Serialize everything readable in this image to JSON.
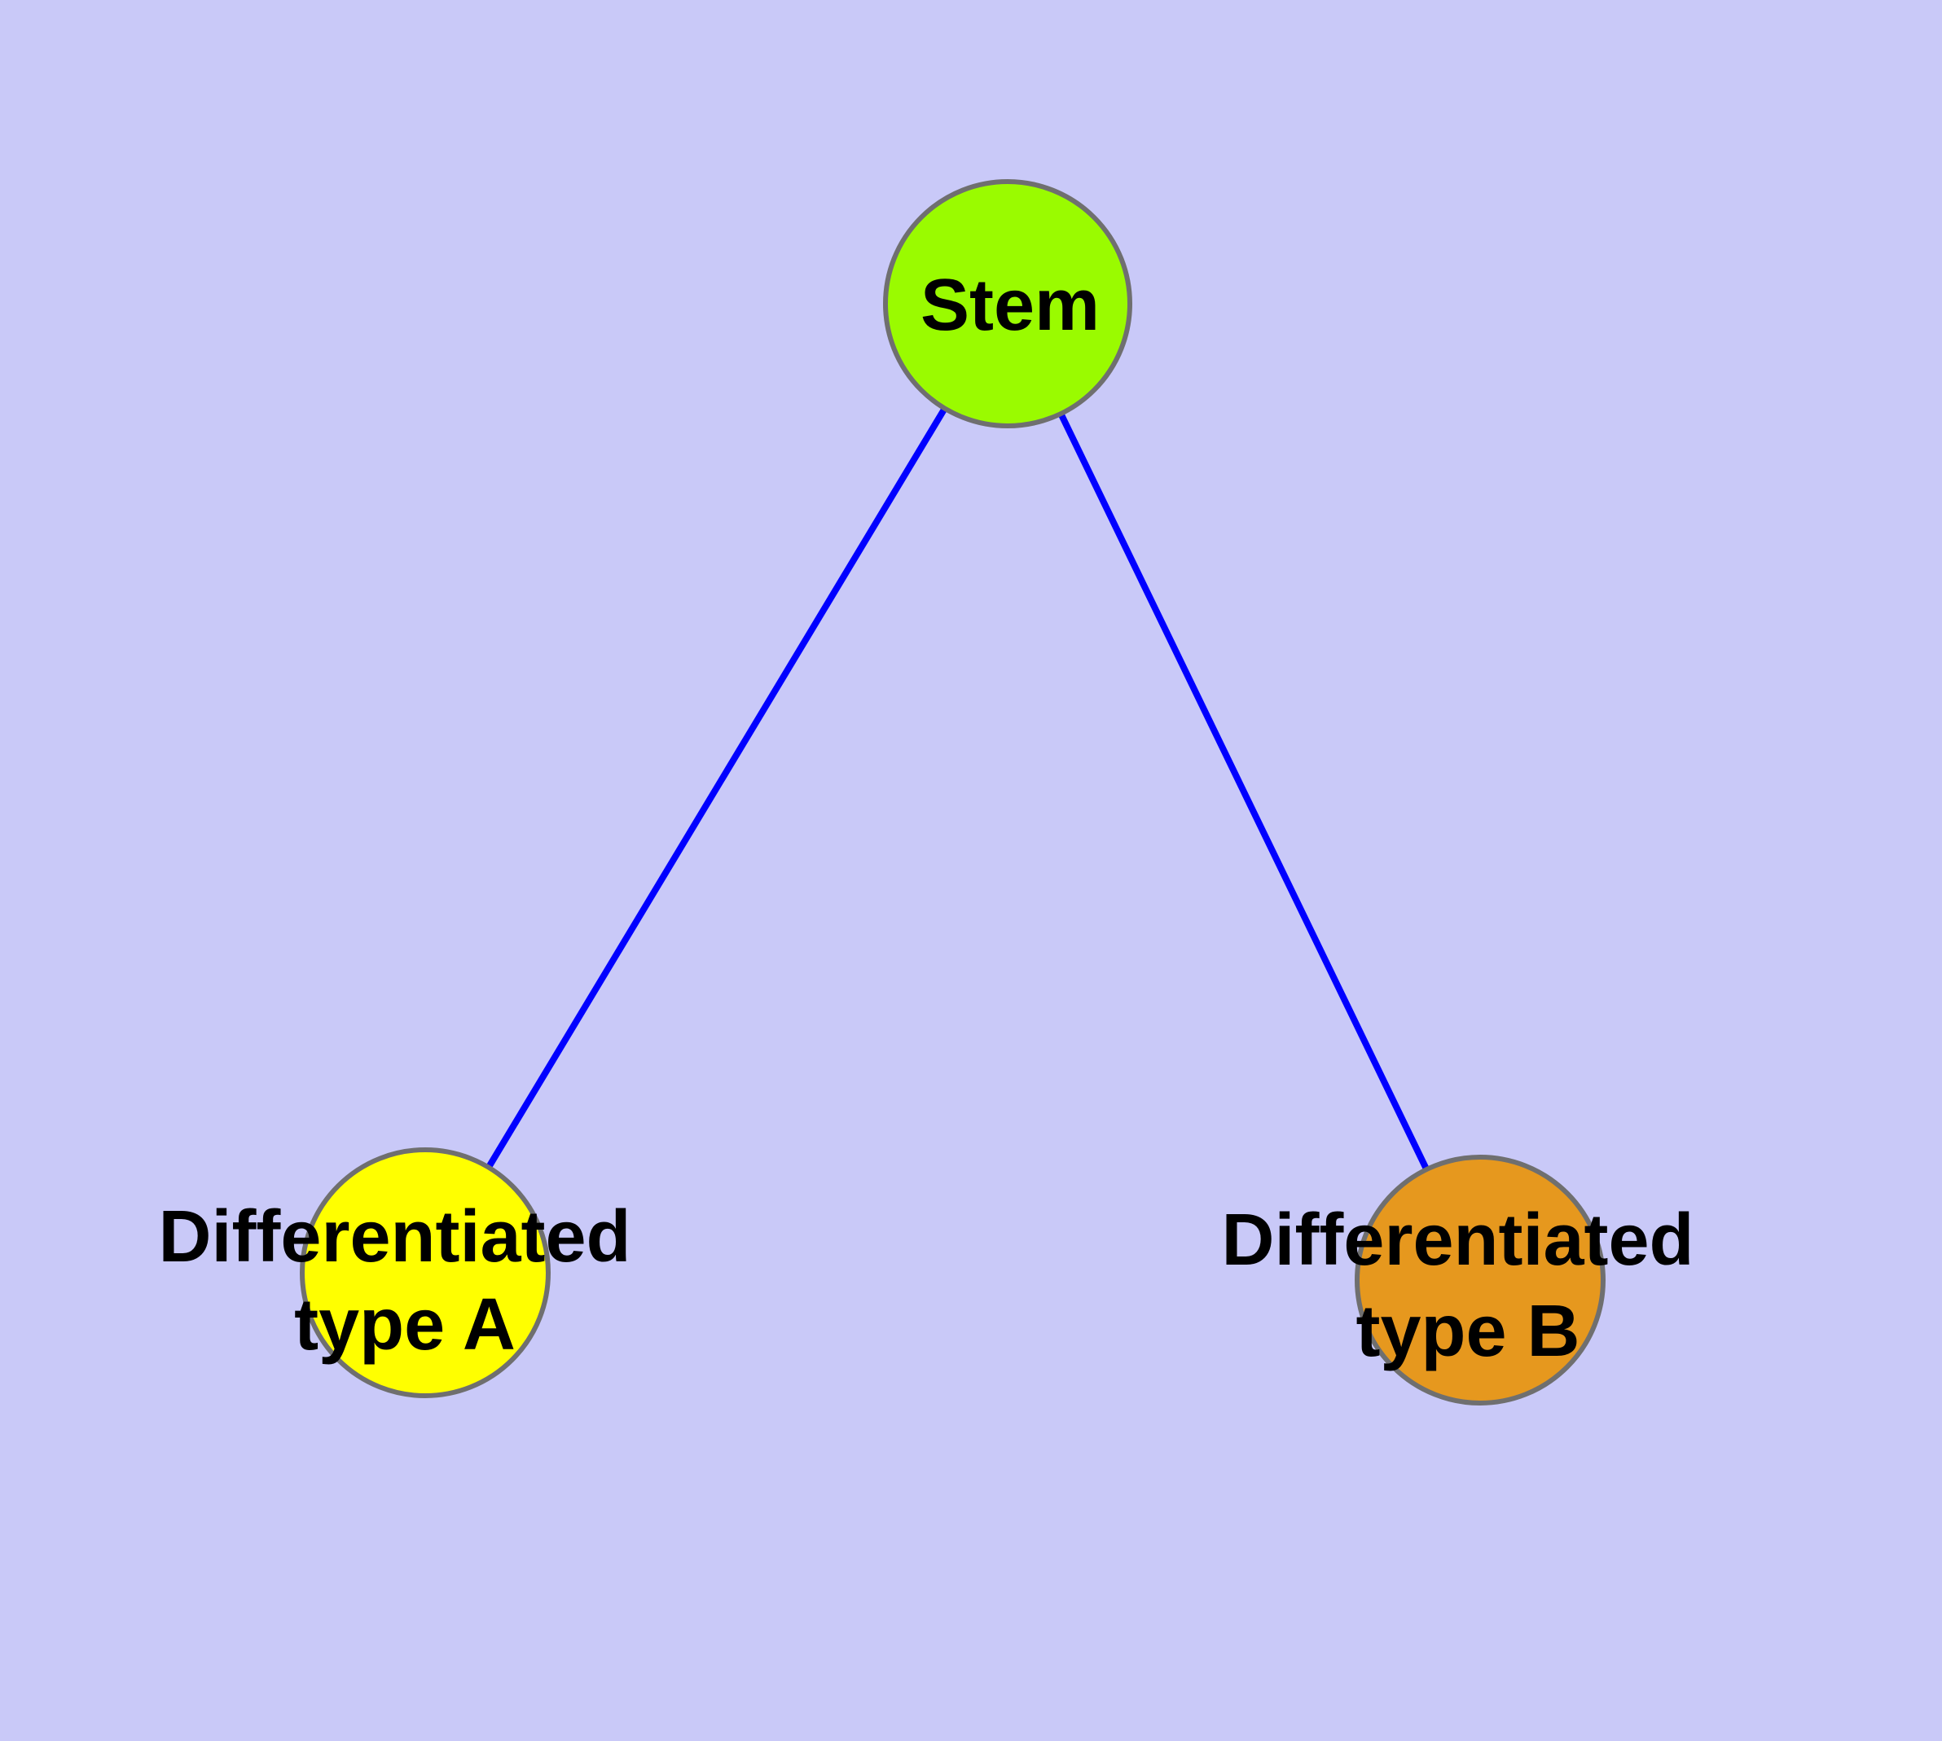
{
  "diagram": {
    "type": "node-link-graph",
    "subject": "stem cell differentiation",
    "background_color": "#c9c9f8",
    "edge_color": "#0000ff",
    "node_border_color": "#6f6f6f",
    "label_color": "#000000",
    "nodes": [
      {
        "id": "stem",
        "label": "Stem",
        "fill": "#9afb00"
      },
      {
        "id": "differentiated-type-a",
        "label_line1": "Differentiated",
        "label_line2": "type A",
        "fill": "#ffff00"
      },
      {
        "id": "differentiated-type-b",
        "label_line1": "Differentiated",
        "label_line2": "type B",
        "fill": "#e6981e"
      }
    ],
    "edges": [
      {
        "from": "Stem",
        "to": "Differentiated type A"
      },
      {
        "from": "Stem",
        "to": "Differentiated type B"
      }
    ]
  }
}
